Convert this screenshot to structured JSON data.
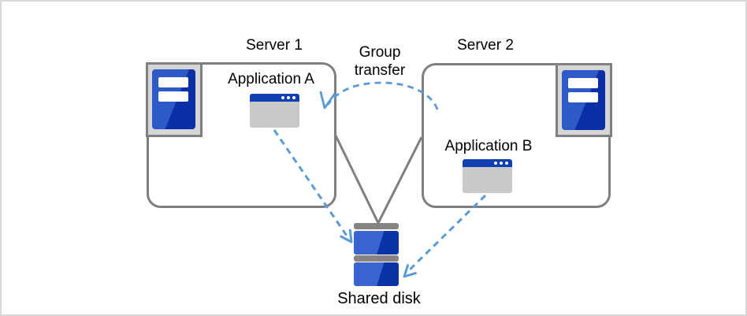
{
  "diagram": {
    "type": "cluster-architecture",
    "nodes": {
      "server1": {
        "label": "Server 1",
        "icon": "server-tower-icon"
      },
      "server2": {
        "label": "Server 2",
        "icon": "server-tower-icon"
      },
      "app_a": {
        "label": "Application A",
        "icon": "app-window-icon"
      },
      "app_b": {
        "label": "Application B",
        "icon": "app-window-icon"
      },
      "shared_disk": {
        "label": "Shared disk",
        "icon": "disk-stack-icon"
      }
    },
    "edges": {
      "group_transfer": {
        "label": "Group transfer",
        "from": "server2",
        "to": "app_a",
        "style": "dashed-curved-arrow",
        "color": "#5b9bd5"
      },
      "app_a_to_disk": {
        "from": "app_a",
        "to": "shared_disk",
        "style": "dashed-arrow",
        "color": "#5b9bd5"
      },
      "app_b_to_disk": {
        "from": "app_b",
        "to": "shared_disk",
        "style": "dashed-arrow",
        "color": "#5b9bd5"
      },
      "server1_to_disk": {
        "from": "server1",
        "to": "shared_disk",
        "style": "solid-line",
        "color": "#7f7f7f"
      },
      "server2_to_disk": {
        "from": "server2",
        "to": "shared_disk",
        "style": "solid-line",
        "color": "#7f7f7f"
      }
    },
    "colors": {
      "box_border": "#7f7f7f",
      "icon_frame_bg": "#d6d6d6",
      "icon_frame_border": "#808080",
      "tower_blue_light": "#2e5ac8",
      "tower_blue_dark": "#0b2fa6",
      "disk_blue_light": "#3a63cf",
      "disk_blue_dark": "#0b33a6",
      "disk_cap_gray": "#848484",
      "window_titlebar_blue": "#1040b0",
      "window_body_gray": "#c9c9c9",
      "arrow_blue": "#5b9bd5",
      "text": "#000000",
      "canvas_border": "#d8d8d8"
    }
  }
}
